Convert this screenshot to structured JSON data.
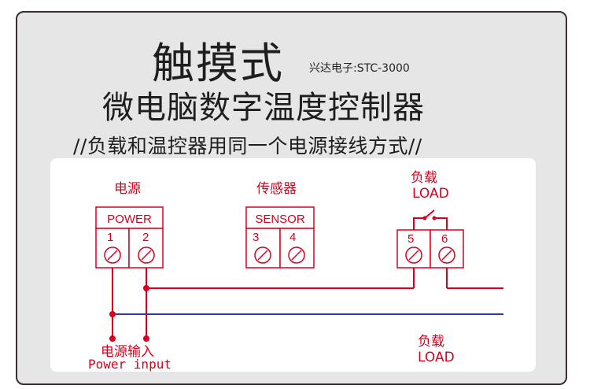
{
  "header": {
    "title_main": "触摸式",
    "brand": "兴达电子:STC-3000",
    "title_sub": "微电脑数字温度控制器",
    "note": "//负载和温控器用同一个电源接线方式//"
  },
  "diagram": {
    "power": {
      "caption": "电源",
      "box_title": "POWER",
      "terminals": [
        "1",
        "2"
      ]
    },
    "sensor": {
      "caption": "传感器",
      "box_title": "SENSOR",
      "terminals": [
        "3",
        "4"
      ]
    },
    "load_relay": {
      "caption_cn": "负载",
      "caption_en": "LOAD",
      "terminals": [
        "5",
        "6"
      ]
    },
    "power_input": {
      "label_cn": "电源输入",
      "label_en": "Power input"
    },
    "load_bottom": {
      "label_cn": "负载",
      "label_en": "LOAD"
    },
    "colors": {
      "wire_red": "#d8001c",
      "wire_blue": "#2f3d9a",
      "box_border": "#d8001c"
    }
  }
}
